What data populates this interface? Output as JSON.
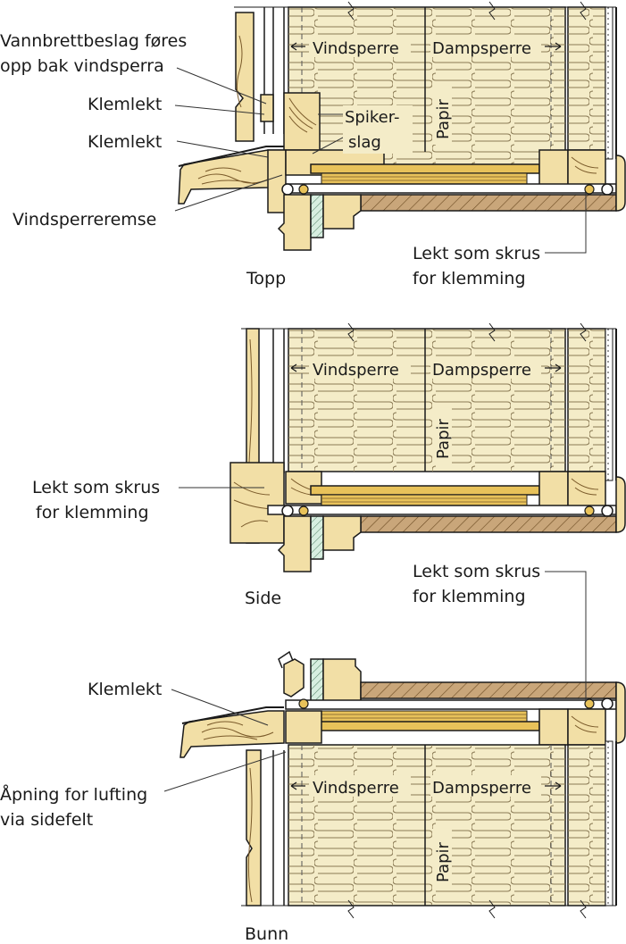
{
  "colors": {
    "insulation": "#f4ecc8",
    "wood": "#f2dfa6",
    "grain": "#7a5a2a",
    "panel": "#c9a67a",
    "glass": "#d7eee0",
    "plywood": "#e8c25a",
    "line": "#1a1a1a",
    "callout": "#333333"
  },
  "sections": [
    {
      "caption": "Topp",
      "callouts": [
        "Vannbrettbeslag føres",
        "opp bak vindsperra",
        "Klemlekt",
        "Klemlekt",
        "Vindsperreremse",
        "Lekt som skrus",
        "for klemming"
      ],
      "inline": [
        "Vindsperre",
        "Dampsperre",
        "Papir",
        "Spiker-",
        "slag"
      ]
    },
    {
      "caption": "Side",
      "callouts": [
        "Lekt som skrus",
        "for klemming",
        "Lekt som skrus",
        "for klemming"
      ],
      "inline": [
        "Vindsperre",
        "Dampsperre",
        "Papir"
      ]
    },
    {
      "caption": "Bunn",
      "callouts": [
        "Klemlekt",
        "Åpning for lufting",
        "via sidefelt"
      ],
      "inline": [
        "Vindsperre",
        "Dampsperre",
        "Papir"
      ]
    }
  ]
}
